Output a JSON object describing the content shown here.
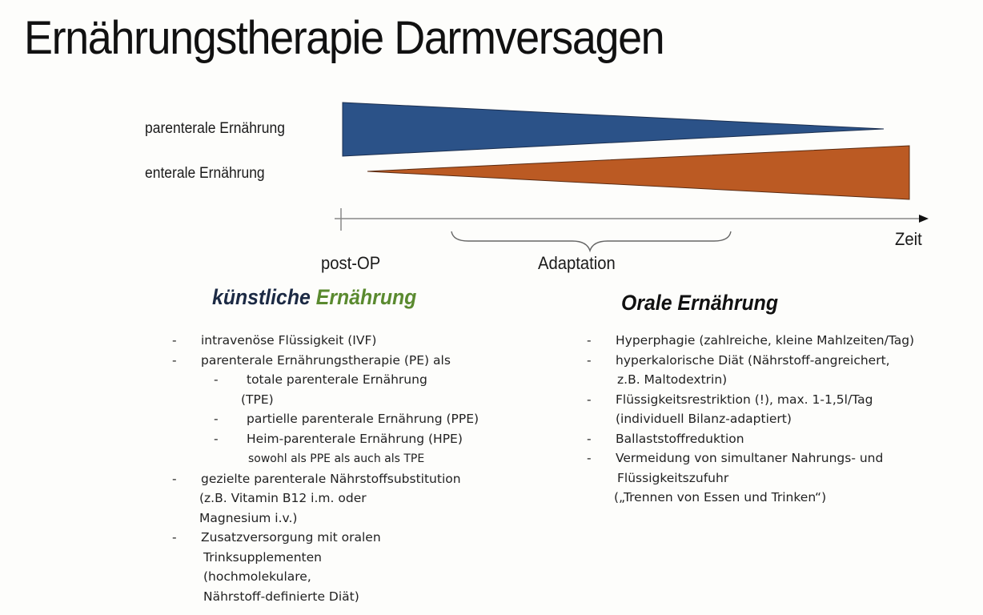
{
  "slide": {
    "title": "Ernährungstherapie Darmversagen"
  },
  "diagram": {
    "parenteral_label": "parenterale Ernährung",
    "enteral_label": "enterale Ernährung",
    "axis_label": "Zeit",
    "postop_label": "post-OP",
    "adaptation_label": "Adaptation",
    "colors": {
      "parenteral": "#2b5288",
      "enteral": "#bb5a23",
      "axis": "#777777"
    }
  },
  "left": {
    "title_part1": "künstliche",
    "title_part2": "Ernährung",
    "title_color1": "#1c2a44",
    "title_color2": "#5a8a2f",
    "items": [
      {
        "dash": "-",
        "lines": [
          "intravenöse Flüssigkeit (IVF)"
        ]
      },
      {
        "dash": "-",
        "lines": [
          "parenterale Ernährungstherapie (PE) als"
        ]
      },
      {
        "dash": "-",
        "lines": [
          "totale parenterale Ernährung",
          "(TPE)"
        ]
      },
      {
        "dash": "-",
        "lines": [
          "partielle parenterale Ernährung (PPE)"
        ]
      },
      {
        "dash": "-",
        "lines": [
          "Heim-parenterale Ernährung (HPE)",
          "sowohl als PPE als auch als TPE"
        ]
      },
      {
        "dash": "-",
        "lines": [
          "gezielte parenterale Nährstoffsubstitution",
          "(z.B. Vitamin B12 i.m. oder",
          "Magnesium i.v.)"
        ]
      },
      {
        "dash": "-",
        "lines": [
          "Zusatzversorgung mit oralen",
          "Trinksupplementen",
          "(hochmolekulare,",
          "Nährstoff-definierte Diät)"
        ]
      }
    ]
  },
  "right": {
    "title": "Orale Ernährung",
    "items": [
      {
        "dash": "-",
        "lines": [
          "Hyperphagie (zahlreiche, kleine Mahlzeiten/Tag)"
        ]
      },
      {
        "dash": "-",
        "lines": [
          "hyperkalorische Diät (Nährstoff-angreichert,",
          "z.B. Maltodextrin)"
        ]
      },
      {
        "dash": "-",
        "lines": [
          "Flüssigkeitsrestriktion (!), max. 1-1,5l/Tag",
          "(individuell Bilanz-adaptiert)"
        ]
      },
      {
        "dash": "-",
        "lines": [
          "Ballaststoffreduktion"
        ]
      },
      {
        "dash": "-",
        "lines": [
          "Vermeidung von simultaner Nahrungs- und",
          "Flüssigkeitszufuhr",
          "(„Trennen von Essen und Trinken“)"
        ]
      }
    ]
  }
}
